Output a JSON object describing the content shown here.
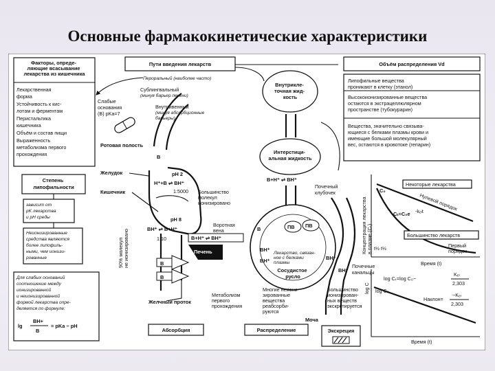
{
  "title": "Основные фармакокинетические характеристики",
  "left_panel": {
    "factors_title": [
      "Факторы, опреде-",
      "ляющие всасывание",
      "лекарства из кишечника"
    ],
    "factors_list": [
      "Лекарственная",
      "форма",
      "Устойчивость к  кис-",
      "лотам и ферментам",
      "Перистальтика",
      "кишечника",
      "Объём и состав пищи",
      "Выраженность",
      "метаболизма первого",
      "прохождения"
    ],
    "lipo_title": [
      "Степень",
      "липофильности"
    ],
    "lipo_text": [
      "зависит от",
      "pK лекарства",
      "и pH среды"
    ],
    "nonionized_note": [
      "Неионизированные",
      "средства являются",
      "более липофиль-",
      "ными, чем ионизи-",
      "рованные"
    ],
    "weak_bases_note": [
      "Для слабых оснований",
      "соотношение между",
      "ионизированной",
      "и неионизированной",
      "формой лекарства опре-",
      "деляется по формуле:"
    ],
    "formula_prefix": "lg",
    "formula_num": "BH+",
    "formula_den": "B",
    "formula_rhs": "= pKa − pH"
  },
  "routes": {
    "title": "Пути введения лекарств",
    "peroral": "Пероральный (наиболее часто)",
    "weak_bases": [
      "Слабые",
      "основания",
      "(B) pKa=7"
    ],
    "sublingual": [
      "Сублингвальный",
      "(минуя барьер печени)"
    ],
    "intravenous": [
      "Внутривенный",
      "(минуя абсорбционные",
      "барьеры)"
    ],
    "oral_cavity": "Ротовая полость",
    "stomach": "Желудок",
    "intestine": "Кишечник",
    "ph2": "pH 2",
    "eq1": "H⁺+B ⇌ BH⁺",
    "ratio1": "1:5000",
    "ph8": "pH 8",
    "eq2": "BH⁺ ⇌ B+H⁺",
    "ratio2": "1:10",
    "vertical_note": [
      "90% молекул",
      "не ионизировано"
    ],
    "majority_ionized": [
      "Большинство",
      "молекул",
      "ионизировано"
    ],
    "portal_vein": [
      "Воротная",
      "вена"
    ],
    "portal_eq": "B+H⁺ ⇌ BH⁺",
    "liver": "Печень",
    "bile_duct": "Желчный проток",
    "metabolism": [
      "Метаболизм",
      "первого",
      "прохождения"
    ],
    "b_label": "B",
    "absorption": "Абсорбция"
  },
  "distribution": {
    "intracellular": [
      "Внутрикле-",
      "точная жид-",
      "кость"
    ],
    "interstitial": [
      "Интерстици-",
      "альная жидкость"
    ],
    "inter_eq": "B+H⁺ ⇌ BH⁺",
    "glomerulus": [
      "Почечный",
      "клубочек"
    ],
    "pv": "ПВ",
    "bh_plus": "BH⁺",
    "protein_bound": [
      "Лекарство, связан-",
      "ное с белками",
      "плазмы"
    ],
    "vessel": [
      "Сосудистое",
      "русло"
    ],
    "tubules": [
      "Почечные",
      "канальцы"
    ],
    "many_nonionized": [
      "Многие неиони-",
      "зированные",
      "вещества",
      "реабсорби-",
      "руются"
    ],
    "most_ionized": [
      "Большинство",
      "ионизирован-",
      "ных веществ",
      "экскретируется"
    ],
    "urine": "Моча",
    "distribution_label": "Распределение",
    "excretion_label": "Экскреция"
  },
  "vd_panel": {
    "title": "Объём распределения Vd",
    "lipo": [
      "Липофильные вещества",
      "проникают в клетку (этанол)"
    ],
    "highly_ionized": [
      "Высокоионизированные вещества",
      "остаются в экстрацеллюлярном",
      "пространстве (тубокурарин)"
    ],
    "protein": [
      "Вещества, значительно связыва-",
      "ющиеся с белками плазмы крови и",
      "имеющие большой молекулярный",
      "вес, остаются в кровотоке (гепарин)"
    ]
  },
  "kinetics": {
    "some_drugs": "Некоторые лекарства",
    "zero_order": "Нулевой порядок",
    "c0": "C₀",
    "c_eq": "Cₜ=C₀e",
    "c_exp": "-kₑₗt",
    "majority_drugs": "Большинство лекарств",
    "first_order": [
      "Первый",
      "порядок"
    ],
    "y_axis": [
      "Концентрация лекарства",
      "в плазме (Cₜ)"
    ],
    "half_life": "t½  t½",
    "time": "Время (t)",
    "log_eq": "log Cₜ=log C₀−",
    "k_el": "Kₑₗ",
    "k_div": "2,303",
    "log_c0": "log C₀",
    "slope": "Наклон=",
    "slope_num": "−Kₑₗ",
    "slope_den": "2,303",
    "log_axis": "log C"
  }
}
